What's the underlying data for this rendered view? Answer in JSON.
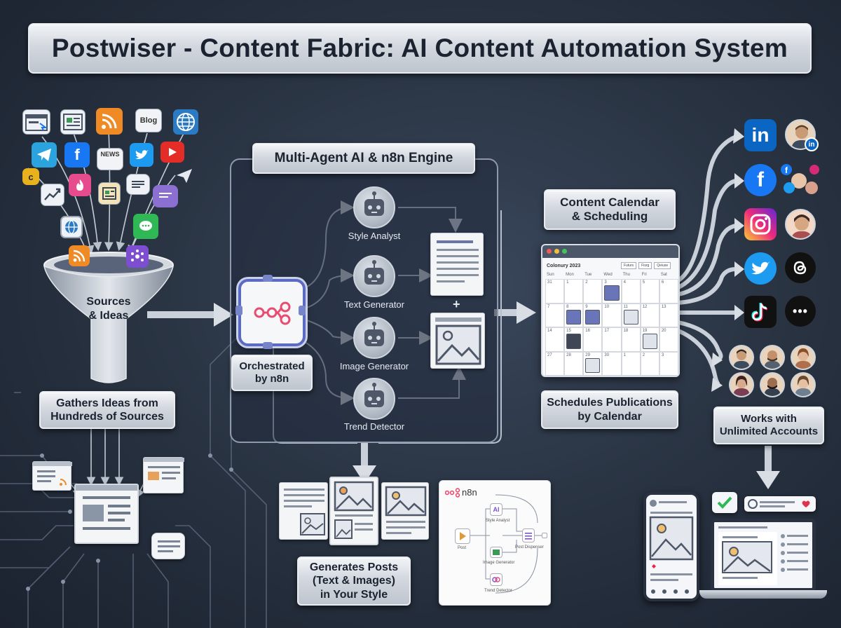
{
  "title": "Postwiser - Content Fabric: AI Content Automation System",
  "funnel": {
    "label_line1": "Sources",
    "label_line2": "& Ideas"
  },
  "source_icons": {
    "blog": "Blog",
    "news": "NEWS"
  },
  "gathers": {
    "line1": "Gathers Ideas from",
    "line2": "Hundreds of Sources"
  },
  "engine": {
    "title": "Multi-Agent AI & n8n Engine",
    "orchestrated_line1": "Orchestrated",
    "orchestrated_line2": "by n8n",
    "agents": [
      {
        "name": "Style Analyst"
      },
      {
        "name": "Text Generator"
      },
      {
        "name": "Image Generator"
      },
      {
        "name": "Trend Detector"
      }
    ],
    "plus": "+"
  },
  "calendar_block": {
    "title_line1": "Content Calendar",
    "title_line2": "& Scheduling",
    "month": "Colonury 2023",
    "buttons": [
      "Futurs",
      "Fisrg",
      "Qeiuse"
    ],
    "weekdays": [
      "Sun",
      "Mon",
      "Tue",
      "Wed",
      "Thu",
      "Fri",
      "Sat"
    ],
    "weeks": [
      [
        "31",
        "1",
        "2",
        "3",
        "4",
        "5",
        "6"
      ],
      [
        "7",
        "8",
        "9",
        "10",
        "11",
        "12",
        "13"
      ],
      [
        "14",
        "15",
        "16",
        "17",
        "18",
        "19",
        "20"
      ],
      [
        "27",
        "28",
        "29",
        "30",
        "1",
        "2",
        "3"
      ]
    ],
    "schedules_line1": "Schedules Publications",
    "schedules_line2": "by Calendar"
  },
  "accounts": {
    "line1": "Works with",
    "line2": "Unlimited Accounts"
  },
  "generates": {
    "line1": "Generates Posts",
    "line2": "(Text & Images)",
    "line3": "in Your Style"
  },
  "n8n_panel": {
    "logo": "n8n",
    "ai_node": "AI",
    "nodes": [
      "Style Analyst",
      "Post",
      "Image Generator",
      "Post Dispenser",
      "Trend Detector"
    ]
  },
  "social_icons": {
    "linkedin": "in",
    "facebook": "f",
    "more": "•••"
  },
  "colors": {
    "linkedin": "#0a66c2",
    "facebook": "#1877f2",
    "twitter": "#1d9bf0",
    "instagram": "#d62976",
    "n8n": "#ea4b71",
    "background": "#27313f"
  }
}
